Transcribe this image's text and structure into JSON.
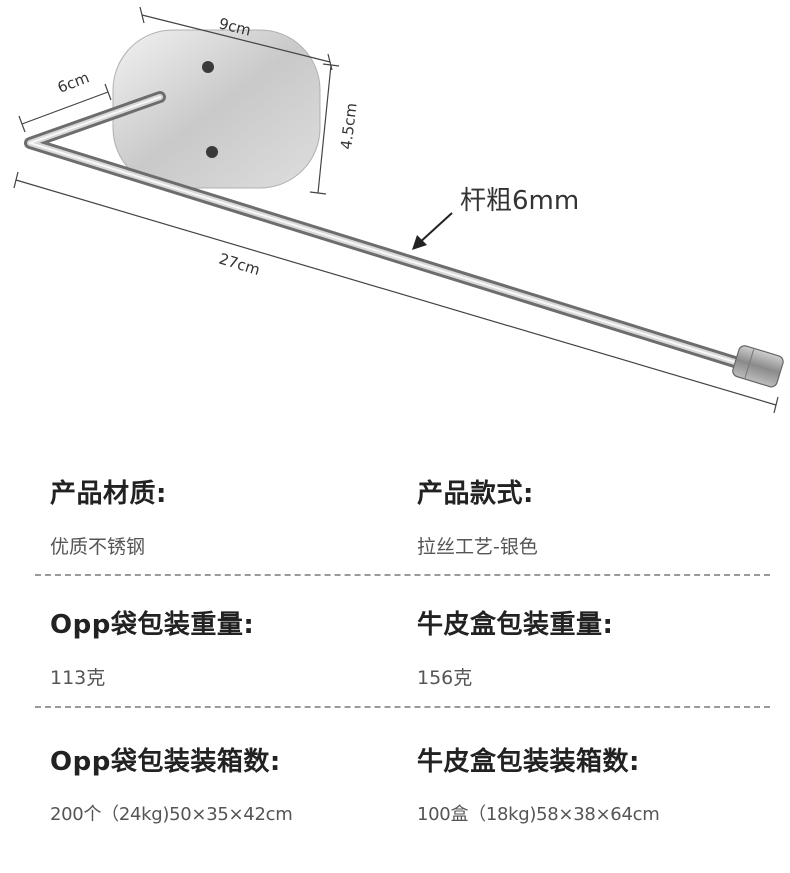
{
  "diagram": {
    "dimensions": {
      "plate_width": "9cm",
      "plate_height": "4.5cm",
      "arm_depth": "6cm",
      "bar_length": "27cm"
    },
    "callout": "杆粗6mm"
  },
  "specs": [
    {
      "label": "产品材质:",
      "value": "优质不锈钢"
    },
    {
      "label": "产品款式:",
      "value": "拉丝工艺-银色"
    },
    {
      "label": "Opp袋包装重量:",
      "value": "113克"
    },
    {
      "label": "牛皮盒包装重量:",
      "value": "156克"
    },
    {
      "label": "Opp袋包装装箱数:",
      "value": "200个（24kg)50×35×42cm"
    },
    {
      "label": "牛皮盒包装装箱数:",
      "value": "100盒（18kg)58×38×64cm"
    }
  ]
}
